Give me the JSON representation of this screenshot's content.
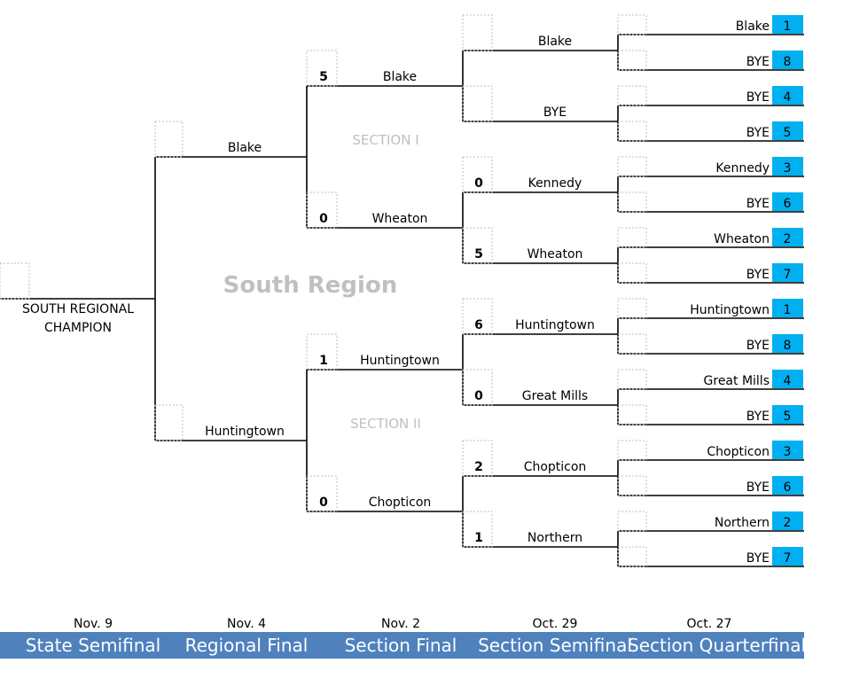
{
  "region_title": "South Region",
  "champion_label_1": "SOUTH REGIONAL",
  "champion_label_2": "CHAMPION",
  "sections": [
    {
      "label": "SECTION I"
    },
    {
      "label": "SECTION II"
    }
  ],
  "colors": {
    "seed_box": "#00b0f0",
    "footer": "#4f81bd",
    "watermark": "#c0c0c0"
  },
  "quarterfinals": [
    {
      "name": "Blake",
      "seed": "1"
    },
    {
      "name": "BYE",
      "seed": "8"
    },
    {
      "name": "BYE",
      "seed": "4"
    },
    {
      "name": "BYE",
      "seed": "5"
    },
    {
      "name": "Kennedy",
      "seed": "3"
    },
    {
      "name": "BYE",
      "seed": "6"
    },
    {
      "name": "Wheaton",
      "seed": "2"
    },
    {
      "name": "BYE",
      "seed": "7"
    },
    {
      "name": "Huntingtown",
      "seed": "1"
    },
    {
      "name": "BYE",
      "seed": "8"
    },
    {
      "name": "Great Mills",
      "seed": "4"
    },
    {
      "name": "BYE",
      "seed": "5"
    },
    {
      "name": "Chopticon",
      "seed": "3"
    },
    {
      "name": "BYE",
      "seed": "6"
    },
    {
      "name": "Northern",
      "seed": "2"
    },
    {
      "name": "BYE",
      "seed": "7"
    }
  ],
  "semifinals": [
    {
      "name": "Blake",
      "score": ""
    },
    {
      "name": "BYE",
      "score": ""
    },
    {
      "name": "Kennedy",
      "score": "0"
    },
    {
      "name": "Wheaton",
      "score": "5"
    },
    {
      "name": "Huntingtown",
      "score": "6"
    },
    {
      "name": "Great Mills",
      "score": "0"
    },
    {
      "name": "Chopticon",
      "score": "2"
    },
    {
      "name": "Northern",
      "score": "1"
    }
  ],
  "section_finals": [
    {
      "name": "Blake",
      "score": "5"
    },
    {
      "name": "Wheaton",
      "score": "0"
    },
    {
      "name": "Huntingtown",
      "score": "1"
    },
    {
      "name": "Chopticon",
      "score": "0"
    }
  ],
  "regional_final": [
    {
      "name": "Blake",
      "score": ""
    },
    {
      "name": "Huntingtown",
      "score": ""
    }
  ],
  "rounds": [
    {
      "date": "Nov. 9",
      "name": "State Semifinal"
    },
    {
      "date": "Nov. 4",
      "name": "Regional Final"
    },
    {
      "date": "Nov. 2",
      "name": "Section Final"
    },
    {
      "date": "Oct. 29",
      "name": "Section Semifinal"
    },
    {
      "date": "Oct. 27",
      "name": "Section Quarterfinal"
    }
  ]
}
